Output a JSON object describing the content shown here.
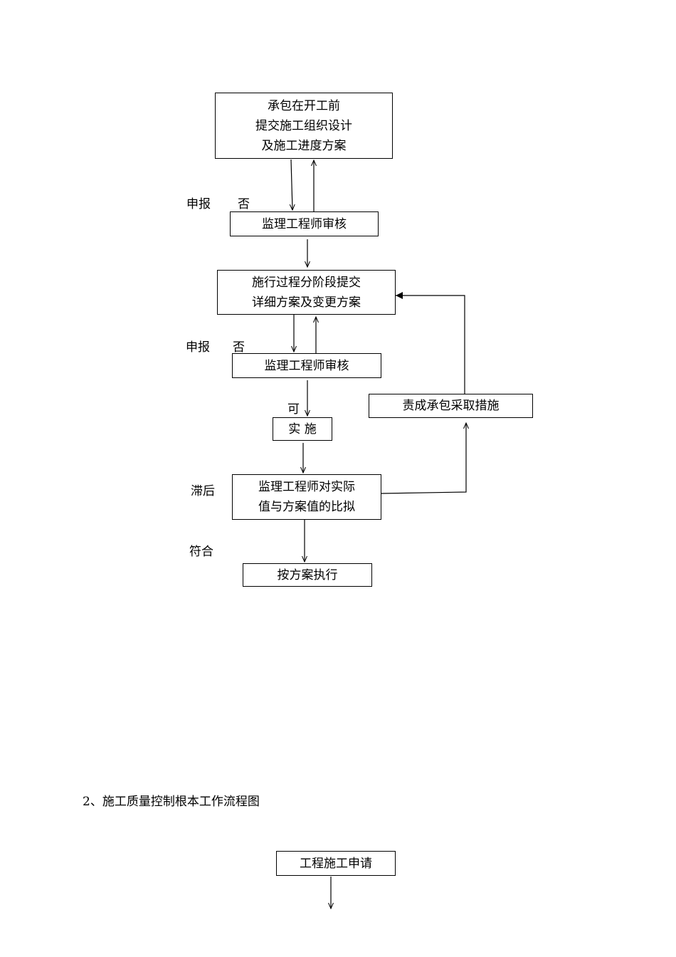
{
  "flow1": {
    "box_submit": [
      "承包在开工前",
      "提交施工组织设计",
      "及施工进度方案"
    ],
    "box_review1": "监理工程师审核",
    "box_stage": [
      "施行过程分阶段提交",
      "详细方案及变更方案"
    ],
    "box_review2": "监理工程师审核",
    "box_implement": "实 施",
    "box_compare": [
      "监理工程师对实际",
      "值与方案值的比拟"
    ],
    "box_execute": "按方案执行",
    "box_measures": "责成承包采取措施",
    "labels": {
      "report1": "申报",
      "no1": "否",
      "report2": "申报",
      "no2": "否",
      "ok": "可",
      "lag": "滞后",
      "conform": "符合"
    }
  },
  "section2": {
    "heading": "2、施工质量控制根本工作流程图",
    "box_apply": "工程施工申请"
  }
}
